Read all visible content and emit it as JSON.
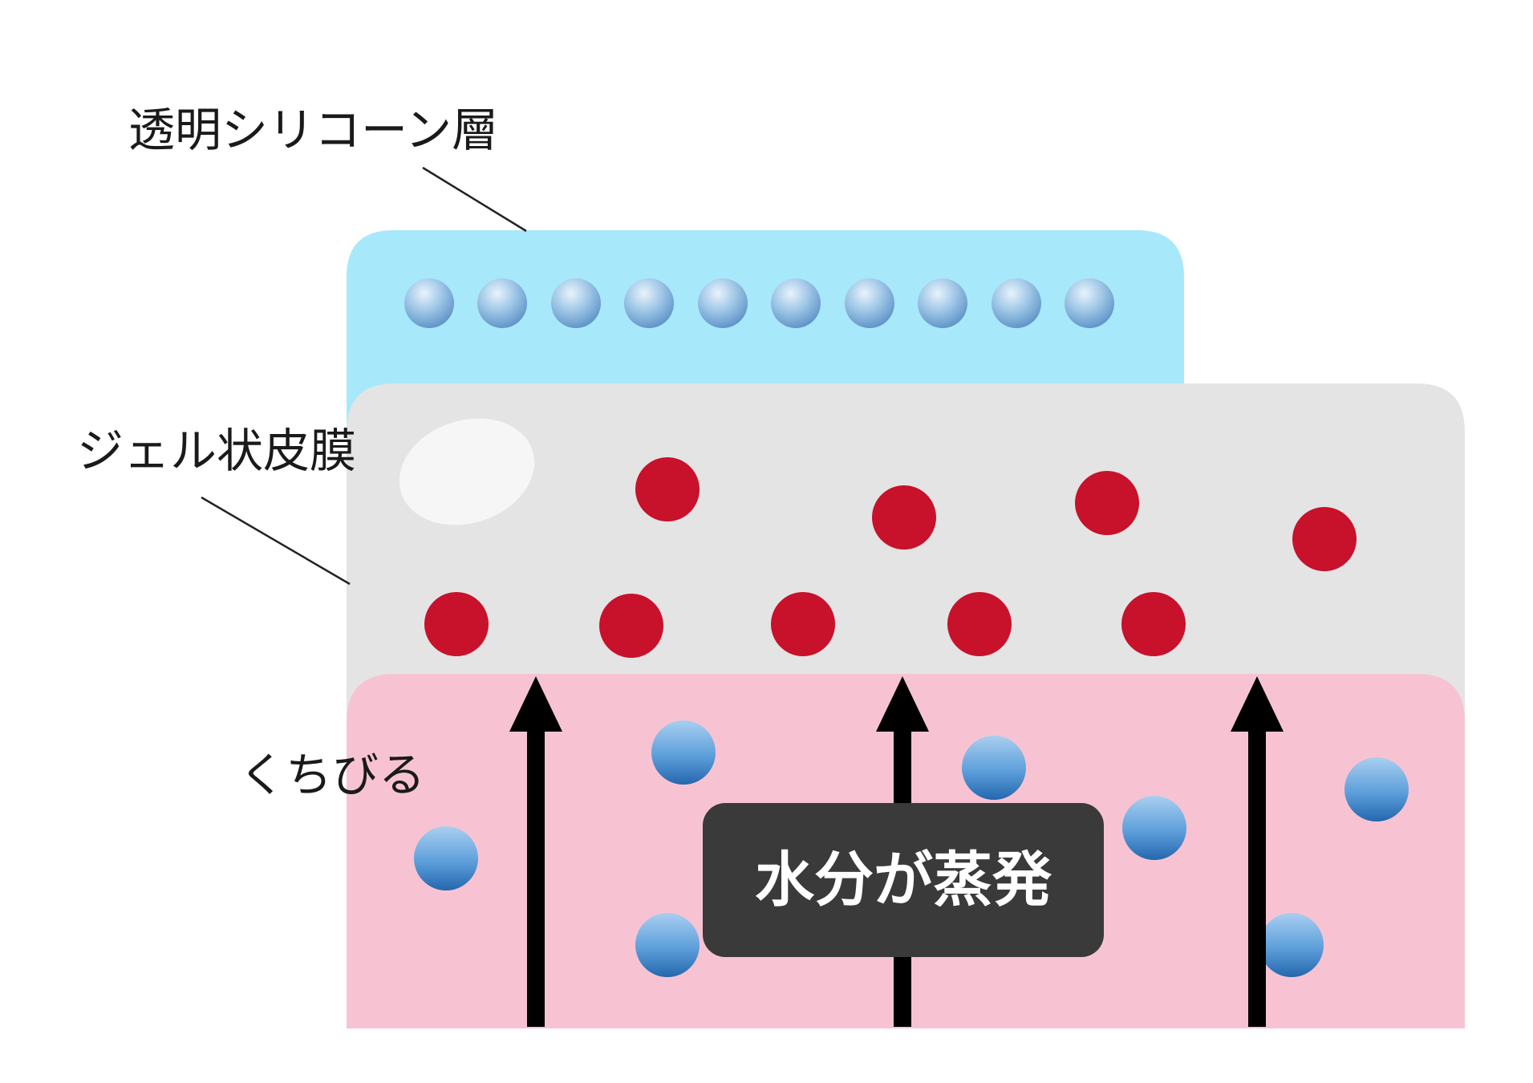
{
  "labels": {
    "silicone_layer": "透明シリコーン層",
    "gel_film": "ジェル状皮膜",
    "lips": "くちびる",
    "evaporation": "水分が蒸発"
  },
  "colors": {
    "silicone_layer": "#a8e8fb",
    "gel_film": "#e4e4e4",
    "lips": "#f7c3d3",
    "red_dot": "#c8112b",
    "badge": "#3a3a3a",
    "arrow": "#000000",
    "highlight": "#f6f6f6"
  },
  "icons": {
    "silicone_bead": "blue-sphere-icon",
    "gel_particle": "red-dot-icon",
    "water_droplet": "blue-sphere-icon",
    "evaporation_arrow": "up-arrow-icon"
  }
}
